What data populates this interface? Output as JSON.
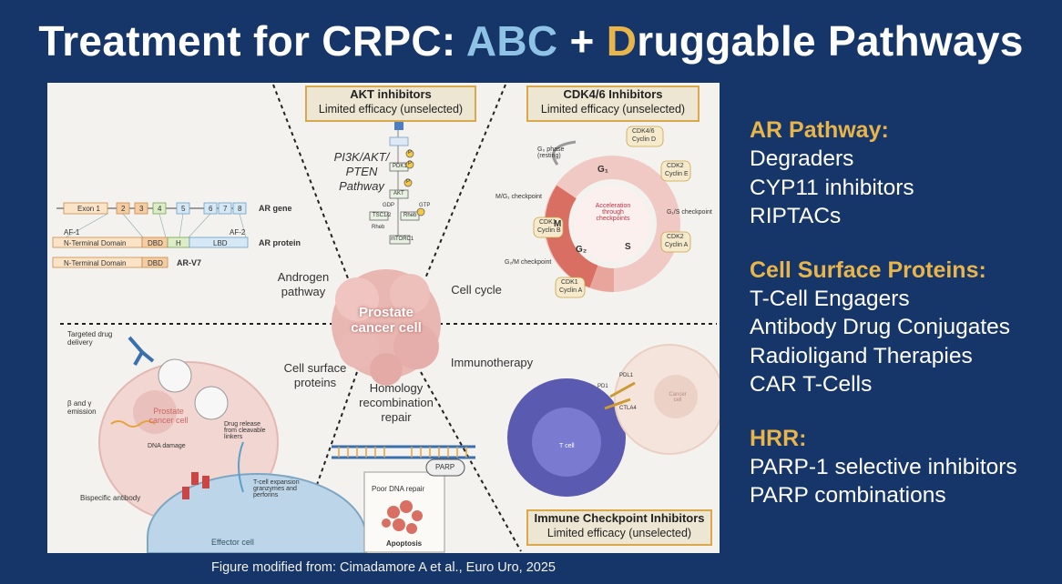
{
  "title": {
    "part1": "Treatment for CRPC: ",
    "part2": "ABC",
    "part3": " + ",
    "part4": "D",
    "part5": "ruggable Pathways"
  },
  "figure": {
    "center": "Prostate cancer cell",
    "segments": {
      "androgen": "Androgen pathway",
      "cell_cycle": "Cell cycle",
      "surface": "Cell surface proteins",
      "immuno": "Immunotherapy",
      "hrr": "Homology recombination repair"
    },
    "akt_box": {
      "title": "AKT inhibitors",
      "sub": "Limited efficacy (unselected)"
    },
    "cdk_box": {
      "title": "CDK4/6 Inhibitors",
      "sub": "Limited efficacy (unselected)"
    },
    "ici_box": {
      "title": "Immune Checkpoint Inhibitors",
      "sub": "Limited efficacy (unselected)"
    },
    "pi3k_label": "PI3K/AKT/ PTEN Pathway",
    "ar": {
      "gene": "AR gene",
      "protein": "AR protein",
      "v7": "AR-V7",
      "exon1": "Exon 1",
      "ntd": "N-Terminal Domain",
      "dbd": "DBD",
      "h": "H",
      "lbd": "LBD",
      "af1": "AF-1",
      "af2": "AF-2",
      "e2": "2",
      "e3": "3",
      "e4": "4",
      "e5": "5",
      "e6": "6",
      "e7": "7",
      "e8": "8"
    },
    "akt_path": {
      "pdk1": "PDK1",
      "akt": "AKT",
      "tsc": "TSC1/2",
      "rheb": "Rheb",
      "rheb2": "Rheb",
      "mtorc1": "mTORC1",
      "p1": "P",
      "p2": "P",
      "p3": "P",
      "gdp": "GDP",
      "gtp": "GTP"
    },
    "cycle": {
      "g0": "G₀ phase (resting)",
      "g1": "G₁",
      "m": "M",
      "s": "S",
      "g2": "G₂",
      "center": "Acceleration through checkpoints",
      "mg1": "M/G₁ checkpoint",
      "g1s": "G₁/S checkpoint",
      "g2m": "G₂/M checkpoint",
      "cdk46": "CDK4/6",
      "cycd": "Cyclin D",
      "cdk2a": "CDK2",
      "cyce": "Cyclin E",
      "cdk1a": "CDK1",
      "cycb": "Cyclin B",
      "cdk2b": "CDK2",
      "cyca": "Cyclin A",
      "cdk1b": "CDK1",
      "cyca2": "Cyclin A"
    },
    "surface": {
      "targeted": "Targeted drug delivery",
      "beta": "β and γ emission",
      "pcc": "Prostate cancer cell",
      "dna": "DNA damage",
      "release": "Drug release from cleavable linkers",
      "bispecific": "Bispecific antibody",
      "tcell_exp": "T-cell expansion granzymes and perforins",
      "effector": "Effector cell"
    },
    "immune": {
      "pd1": "PD1",
      "pdl1": "PDL1",
      "ctla4": "CTLA4",
      "tcell": "T cell",
      "cancer": "Cancer cell"
    },
    "parp": {
      "parp": "PARP",
      "poor": "Poor DNA repair",
      "apoptosis": "Apoptosis"
    }
  },
  "caption": "Figure modified from: Cimadamore A et al., Euro Uro, 2025",
  "sections": [
    {
      "head": "AR Pathway:",
      "items": [
        "Degraders",
        "CYP11 inhibitors",
        "RIPTACs"
      ]
    },
    {
      "head": "Cell Surface Proteins:",
      "items": [
        "T-Cell Engagers",
        "Antibody Drug Conjugates",
        "Radioligand Therapies",
        "CAR T-Cells"
      ]
    },
    {
      "head": "HRR:",
      "items": [
        "PARP-1 selective inhibitors",
        "PARP combinations"
      ]
    }
  ],
  "colors": {
    "background": "#163569",
    "accent_blue": "#8ec3e6",
    "accent_gold": "#e8b54a"
  }
}
